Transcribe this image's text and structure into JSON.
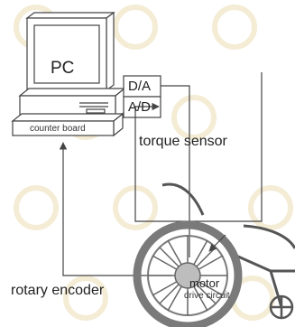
{
  "labels": {
    "pc": "PC",
    "da": "D/A",
    "ad": "A/D",
    "counter_board": "counter board",
    "torque_sensor": "torque sensor",
    "rotary_encoder": "rotary encoder",
    "motor": "motor",
    "drive_circuit": "drive circuit"
  },
  "colors": {
    "line": "#444444",
    "wheel": "#7a7a7a",
    "hub": "#bdbdbd",
    "watermark": "#f3ead0"
  }
}
